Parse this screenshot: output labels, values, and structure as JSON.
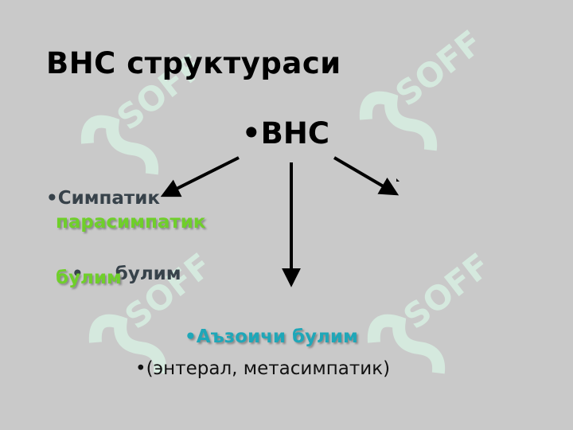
{
  "title": "ВНС структураси",
  "root": {
    "bullet": "•",
    "label": "ВНС"
  },
  "left": {
    "line1_bullet": "•",
    "line1": "Симпатик",
    "line2": "парасимпатик",
    "line3_bullet": "•",
    "line3": "булим",
    "line4": "булим"
  },
  "bottom": {
    "line1_bullet": "•",
    "line1": "Аъзоичи булим",
    "line2_bullet": "•",
    "line2": "(энтерал, метасимпатик)"
  },
  "watermark": {
    "text": "SOFF"
  },
  "colors": {
    "background": "#c9c9c9",
    "dark_text": "#37424a",
    "green_text": "#6fcf2a",
    "teal_text": "#1fa7b8",
    "watermark": "#d7efe2"
  }
}
